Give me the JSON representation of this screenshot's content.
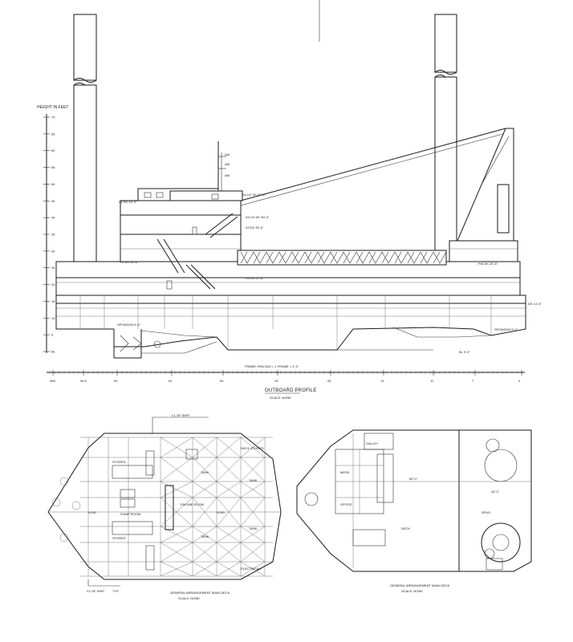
{
  "profile": {
    "axis_title": "HEIGHT IN FEET",
    "height_ticks": [
      "70",
      "65",
      "60",
      "55",
      "50",
      "45",
      "40",
      "35",
      "30",
      "25",
      "20",
      "15",
      "10",
      "5",
      "BL"
    ],
    "frame_ticks": [
      "98S",
      "94.5",
      "90",
      "81",
      "64",
      "33",
      "28",
      "13",
      "11",
      "7",
      "0"
    ],
    "frame_spacing_note": "FRAME SPACING = 1 FRAME = 2'-0\"",
    "title": "OUTBOARD PROFILE",
    "scale": "SCALE: NONE",
    "labels": {
      "o4_deck": "04 DK 44'-3\"",
      "o5_deck": "04-1/2 DK 47'-0\"",
      "o3_deck": "03-1/2 DK 39'-4\"",
      "o2_deck": "03 DK 35'-6\"",
      "o1_deck": "01 DK 26'-6\"",
      "main_deck": "01 DK 22'-6\"",
      "fwd_deck": "FW DK 26'-6\"",
      "dk_right": "DK 14'-6\"",
      "sponson_left": "SPONSON 9'-6\"",
      "sponson_right": "SPONSON 9'-0\"",
      "baseline": "BL 0'-0\"",
      "mast1": "AM",
      "mast2": "AM",
      "mast3": "AM"
    }
  },
  "plan_left": {
    "title": "GENERAL ARRANGEMENT MAIN DECK",
    "scale": "SCALE: NONE",
    "top_note": "CL OF SHIP",
    "bottom_note": "CL OF SHIP",
    "bottom_note2": "TYP",
    "area_labels": [
      "STORES",
      "STORES",
      "ENGINE ROOM",
      "PUMP ROOM",
      "DECK STORES",
      "ELECTRICAL",
      "TANK",
      "TANK",
      "TANK",
      "TANK",
      "VOID",
      "VOID"
    ]
  },
  "plan_right": {
    "title": "GENERAL ARRANGEMENT MAIN DECK",
    "scale": "SCALE: NONE",
    "dims": [
      "60'-0\"",
      "40'-0\""
    ],
    "area_labels": [
      "GALLEY",
      "MESS",
      "OFFICE",
      "DECK",
      "SPUD"
    ]
  }
}
